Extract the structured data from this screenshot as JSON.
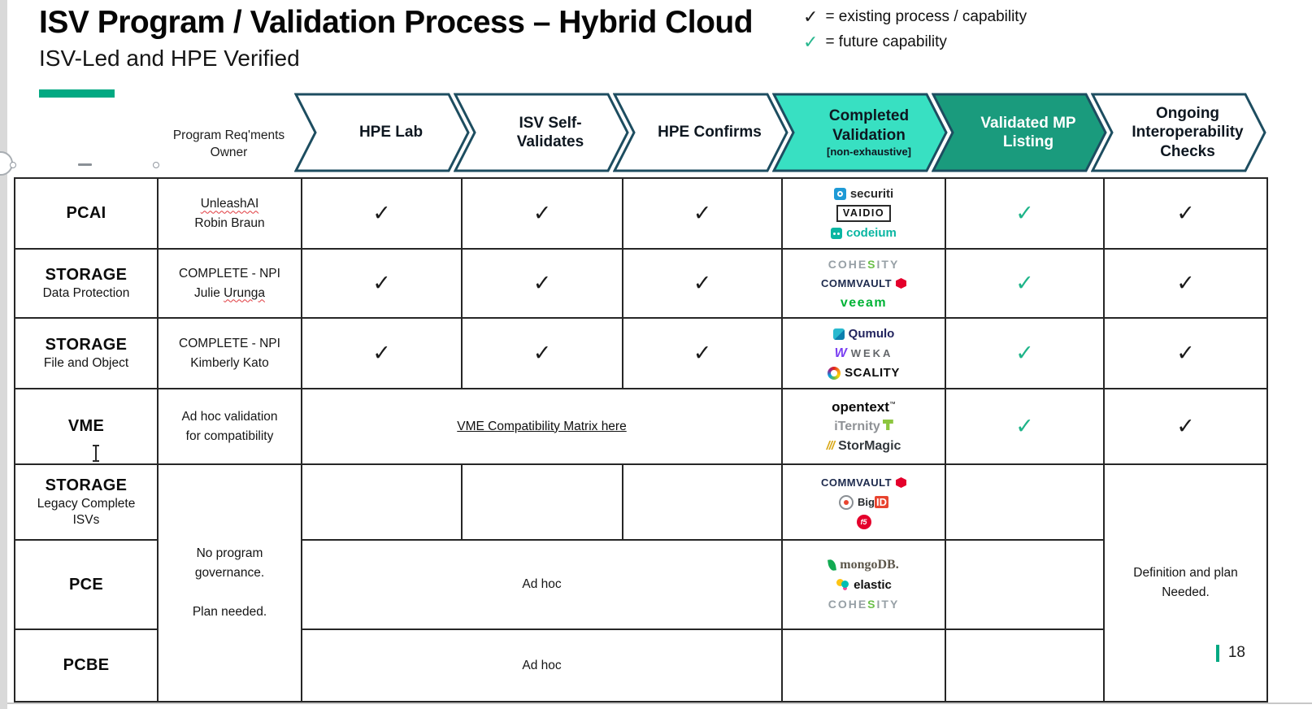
{
  "page": {
    "title": "ISV Program / Validation Process – Hybrid Cloud",
    "subtitle": "ISV-Led and HPE Verified",
    "page_number": "18"
  },
  "colors": {
    "accent_green": "#01a982",
    "chevron_light_fill": "#38e0c2",
    "chevron_dark_fill": "#1a9b7d",
    "chevron_stroke": "#1d4d60",
    "future_check_green": "#1eb489"
  },
  "legend": {
    "existing": {
      "symbol": "✓",
      "label": "= existing process / capability"
    },
    "future": {
      "symbol": "✓",
      "label": "= future capability"
    }
  },
  "table": {
    "check": "✓",
    "owner_header": "Program Req'ments\nOwner",
    "steps": [
      {
        "label": "HPE Lab"
      },
      {
        "label": "ISV Self-\nValidates"
      },
      {
        "label": "HPE Confirms"
      },
      {
        "label": "Completed\nValidation",
        "note": "[non-exhaustive]"
      },
      {
        "label": "Validated MP\nListing"
      },
      {
        "label": "Ongoing\nInteroperability\nChecks"
      }
    ],
    "rows": [
      {
        "category": "PCAI",
        "category_sub": "",
        "owner_line1": "UnleashAI",
        "owner_line2": "Robin Braun"
      },
      {
        "category": "STORAGE",
        "category_sub": "Data Protection",
        "owner_line1": "COMPLETE - NPI",
        "owner_line2_a": "Julie ",
        "owner_line2_b": "Urunga"
      },
      {
        "category": "STORAGE",
        "category_sub": "File and Object",
        "owner_line1": "COMPLETE - NPI",
        "owner_line2": "Kimberly Kato"
      },
      {
        "category": "VME",
        "owner_text": "Ad hoc validation\nfor compatibility",
        "link": "VME Compatibility Matrix here"
      },
      {
        "category": "STORAGE",
        "category_sub": "Legacy Complete\nISVs"
      },
      {
        "category": "PCE",
        "adhoc": "Ad hoc"
      },
      {
        "category": "PCBE",
        "adhoc": "Ad hoc"
      }
    ],
    "merged": {
      "no_governance": "No program\ngovernance.\n\nPlan needed.",
      "definition_needed": "Definition and plan\nNeeded."
    }
  },
  "logos": {
    "securiti": "securiti",
    "vaidio": "VAIDIO",
    "codeium": "codeium",
    "cohesity_a": "COHE",
    "cohesity_b": "S",
    "cohesity_c": "ITY",
    "commvault": "COMMVAULT",
    "veeam": "veeam",
    "qumulo": "Qumulo",
    "weka": "WEKA",
    "scality": "SCALITY",
    "opentext": "opentext",
    "opentext_tm": "™",
    "iternity": "iTernity",
    "stormagic": "StorMagic",
    "bigid_a": "Big",
    "bigid_b": "ID",
    "f5": "f5",
    "mongodb": "mongoDB.",
    "elastic": "elastic"
  }
}
